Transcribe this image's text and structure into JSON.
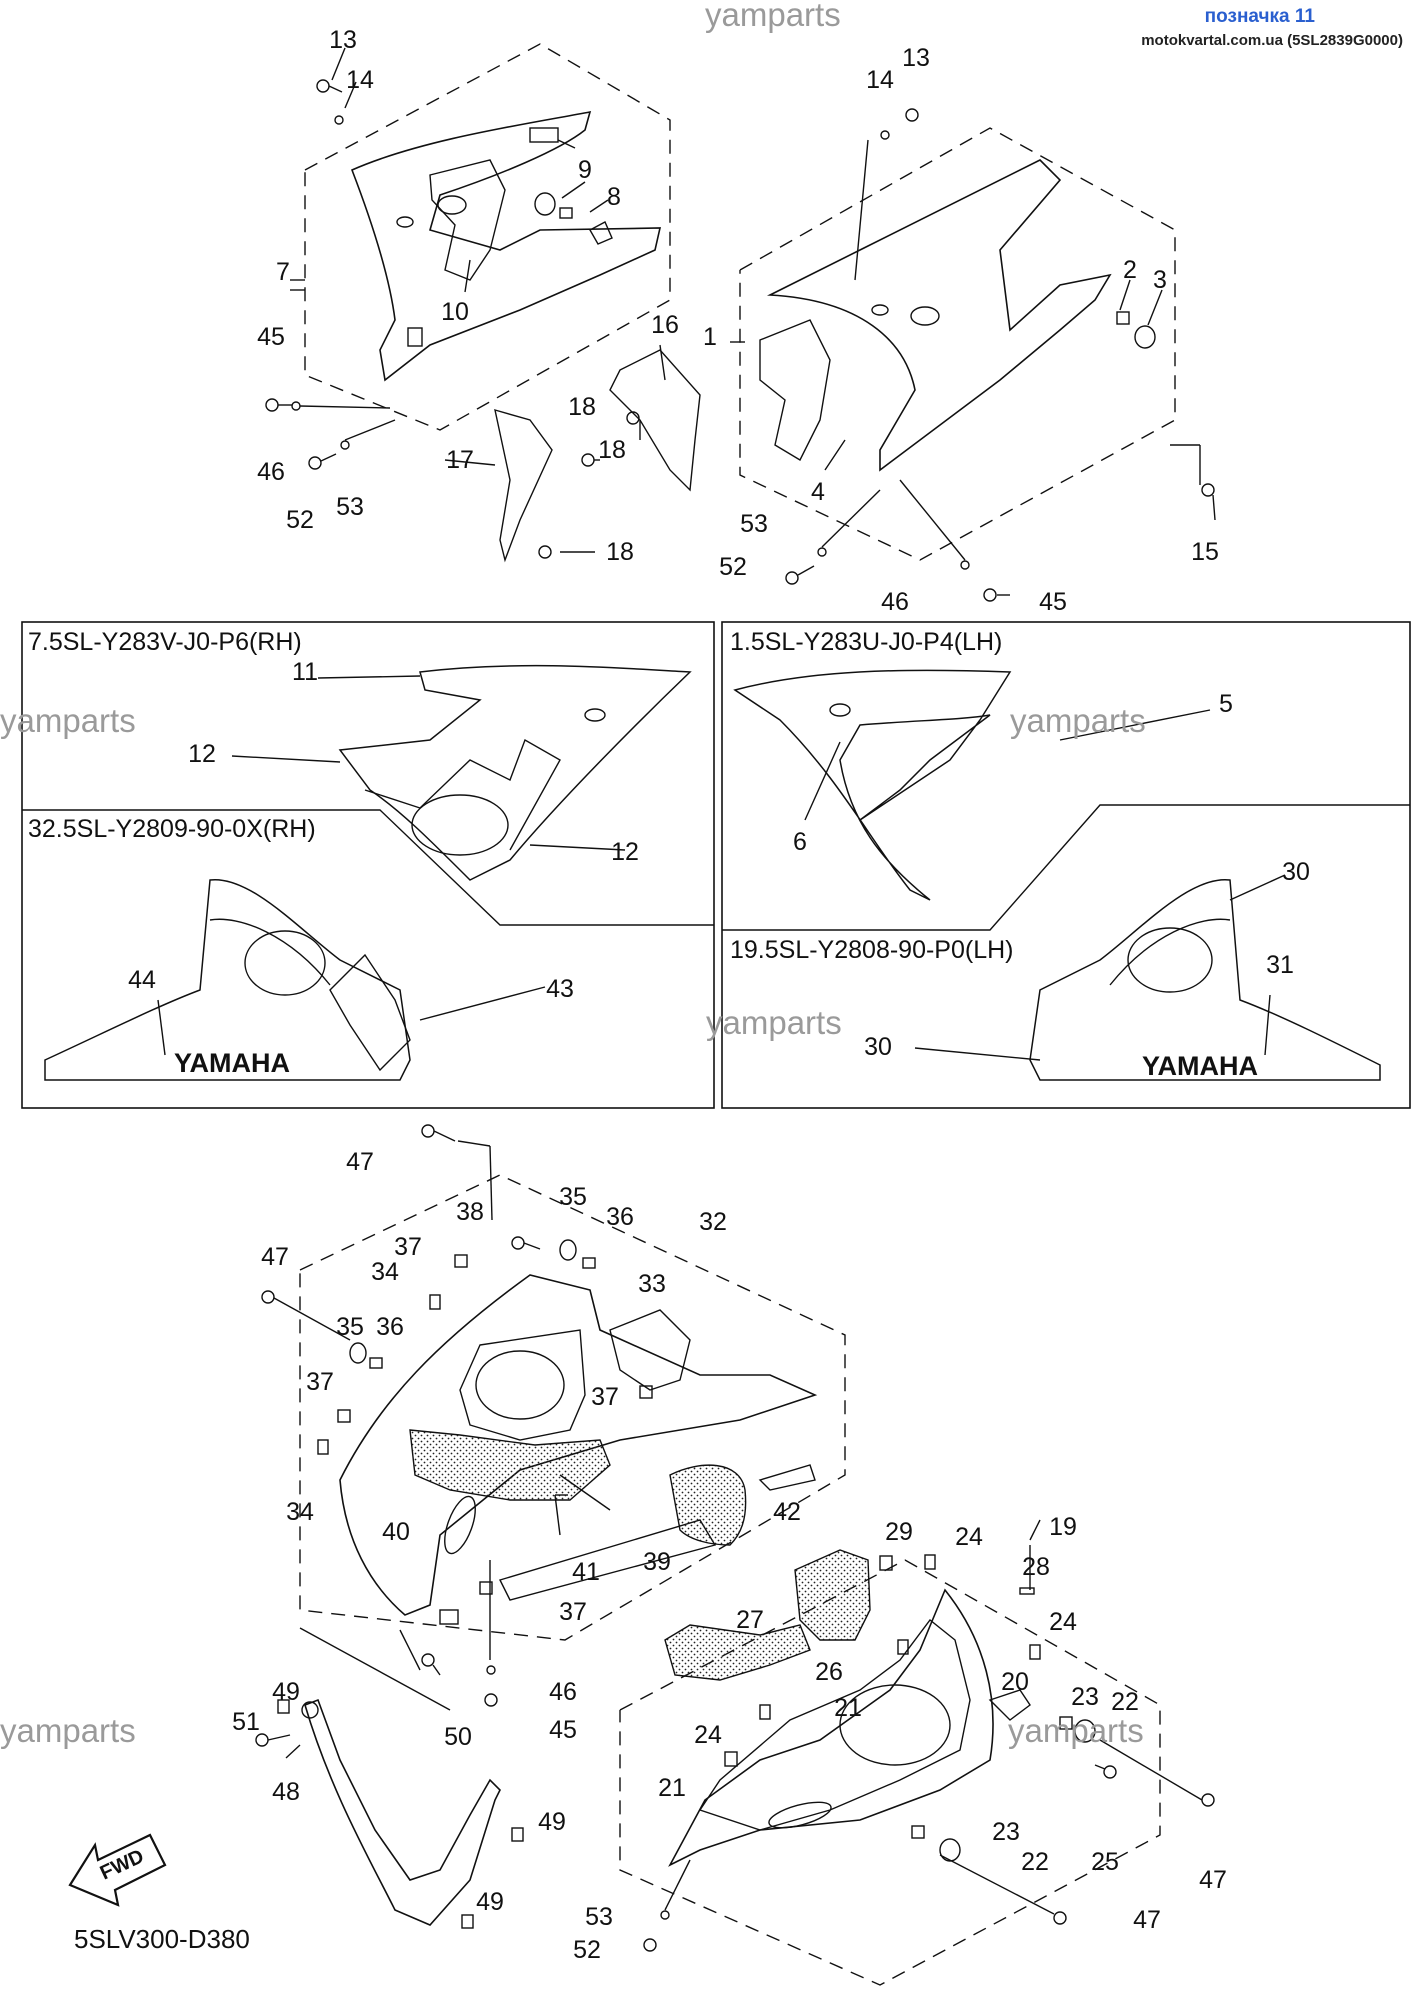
{
  "header": {
    "title": "позначка 11",
    "subtitle": "motokvartal.com.ua (5SL2839G0000)"
  },
  "watermarks": [
    "yamparts",
    "yamparts",
    "yamparts",
    "yamparts",
    "yamparts",
    "yamparts"
  ],
  "diagram_code": "5SLV300-D380",
  "fwd_label": "FWD",
  "brand_label": "YAMAHA",
  "boxes": [
    {
      "title": "7.5SL-Y283V-J0-P6(RH)"
    },
    {
      "title": "32.5SL-Y2809-90-0X(RH)"
    },
    {
      "title": "1.5SL-Y283U-J0-P4(LH)"
    },
    {
      "title": "19.5SL-Y2808-90-P0(LH)"
    }
  ],
  "callouts": [
    "13",
    "14",
    "14",
    "13",
    "9",
    "8",
    "7",
    "10",
    "2",
    "3",
    "1",
    "16",
    "45",
    "46",
    "52",
    "53",
    "17",
    "18",
    "18",
    "18",
    "4",
    "15",
    "53",
    "52",
    "46",
    "45",
    "11",
    "12",
    "12",
    "5",
    "6",
    "30",
    "31",
    "30",
    "44",
    "43",
    "47",
    "35",
    "36",
    "32",
    "38",
    "37",
    "47",
    "34",
    "33",
    "35",
    "36",
    "37",
    "37",
    "34",
    "40",
    "41",
    "39",
    "42",
    "37",
    "19",
    "29",
    "24",
    "28",
    "27",
    "24",
    "26",
    "21",
    "20",
    "23",
    "22",
    "46",
    "45",
    "50",
    "49",
    "51",
    "24",
    "21",
    "48",
    "49",
    "49",
    "23",
    "22",
    "25",
    "47",
    "53",
    "52",
    "47"
  ]
}
